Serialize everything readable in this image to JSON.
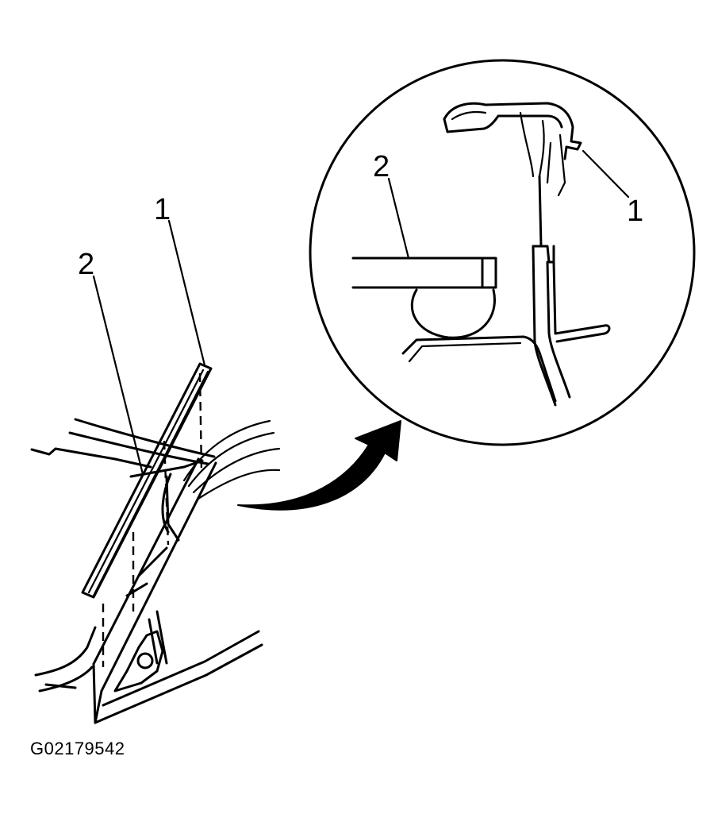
{
  "figure": {
    "id": "G02179542"
  },
  "callouts": {
    "main_1": "1",
    "main_2": "2",
    "detail_1": "1",
    "detail_2": "2"
  },
  "colors": {
    "ink": "#000000",
    "paper": "#ffffff"
  }
}
